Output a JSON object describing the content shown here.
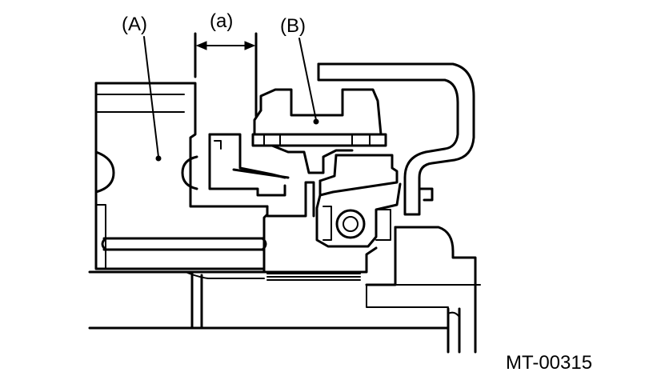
{
  "labels": {
    "part_a": "(A)",
    "dimension_a": "(a)",
    "part_b": "(B)"
  },
  "figure_code": "MT-00315"
}
